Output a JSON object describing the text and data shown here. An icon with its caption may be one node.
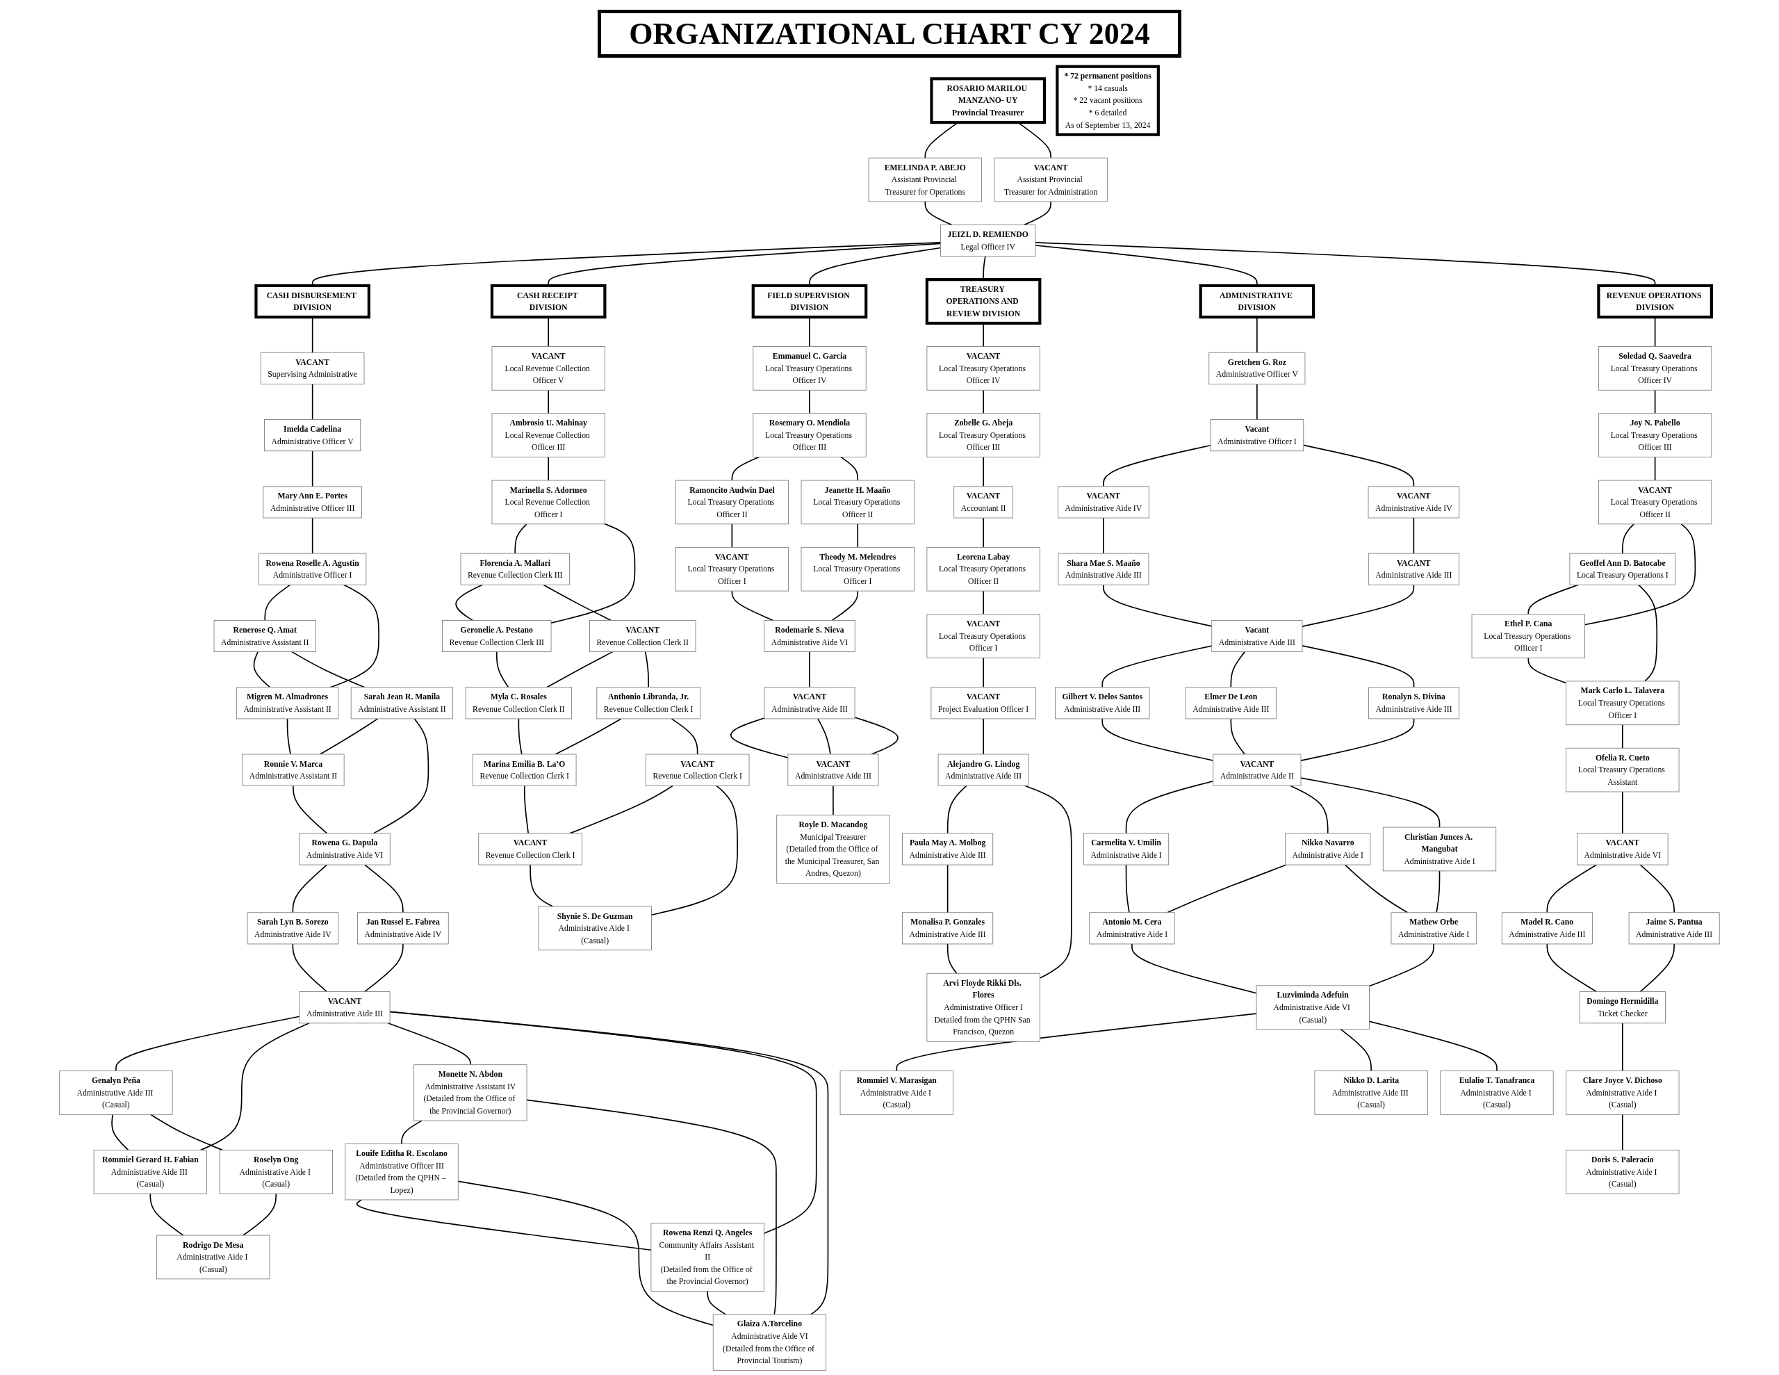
{
  "diagram": {
    "title": "ORGANIZATIONAL CHART CY 2024",
    "nodes": [
      {
        "text": [
          "ROSARIO MARILOU MANZANO- UY",
          "Provincial Treasurer"
        ]
      },
      {
        "text": [
          "EMELINDA P. ABEJO",
          "Assistant Provincial Treasurer for Operations"
        ]
      },
      {
        "text": [
          "VACANT",
          "Assistant Provincial Treasurer for Administration"
        ]
      },
      {
        "text": [
          "JEIZL D. REMIENDO",
          "Legal Officer IV"
        ]
      },
      {
        "text": [
          "CASH DISBURSEMENT DIVISION"
        ]
      },
      {
        "text": [
          "CASH RECEIPT DIVISION"
        ]
      },
      {
        "text": [
          "FIELD SUPERVISION DIVISION"
        ]
      },
      {
        "text": [
          "TREASURY OPERATIONS AND REVIEW DIVISION"
        ]
      },
      {
        "text": [
          "ADMINISTRATIVE DIVISION"
        ]
      },
      {
        "text": [
          "REVENUE OPERATIONS DIVISION"
        ]
      },
      {
        "text": [
          "VACANT",
          "Supervising Administrative"
        ]
      },
      {
        "text": [
          "Imelda Cadelina",
          "Administrative Officer V"
        ]
      },
      {
        "text": [
          "Mary Ann E. Portes",
          "Administrative Officer III"
        ]
      },
      {
        "text": [
          "Rowena Roselle A. Agustin",
          "Administrative Officer I"
        ]
      },
      {
        "text": [
          "Renerose Q. Amat",
          "Administrative Assistant II"
        ]
      },
      {
        "text": [
          "Migren M. Almadrones",
          "Administrative Assistant II"
        ]
      },
      {
        "text": [
          "Sarah Jean R. Manila",
          "Administrative Assistant II"
        ]
      },
      {
        "text": [
          "Ronnie V. Marca",
          "Administrative Assistant II"
        ]
      },
      {
        "text": [
          "Rowena G. Dapula",
          "Administrative Aide VI"
        ]
      },
      {
        "text": [
          "Sarah Lyn B. Sorezo",
          "Administrative Aide IV"
        ]
      },
      {
        "text": [
          "Jan Russel E. Fabrea",
          "Administrative Aide IV"
        ]
      },
      {
        "text": [
          "VACANT",
          "Administrative Aide III"
        ]
      },
      {
        "text": [
          "Genalyn Peña",
          "Administrative Aide III (Casual)"
        ]
      },
      {
        "text": [
          "Rommiel Gerard H. Fabian",
          "Administrative Aide III (Casual)"
        ]
      },
      {
        "text": [
          "Roselyn Ong",
          "Administrative Aide I (Casual)"
        ]
      },
      {
        "text": [
          "Rodrigo De Mesa",
          "Administrative Aide I (Casual)"
        ]
      },
      {
        "text": [
          "Monette N. Abdon",
          "Administrative Assistant IV",
          "(Detailed from the Office of the Provincial Governor)"
        ]
      },
      {
        "text": [
          "Louife Editha R. Escolano",
          "Administrative Officer III",
          "(Detailed from the QPHN – Lopez)"
        ]
      },
      {
        "text": [
          "Rowena Renzi Q. Angeles",
          "Community Affairs Assistant II",
          "(Detailed from the Office of the Provincial Governor)"
        ]
      },
      {
        "text": [
          "Glaiza A.Torcelino",
          "Administrative Aide VI",
          "(Detailed from the Office of Provincial Tourism)"
        ]
      },
      {
        "text": [
          "VACANT",
          "Local Revenue Collection Officer V"
        ]
      },
      {
        "text": [
          "Ambrosio U. Mahinay",
          "Local Revenue Collection Officer III"
        ]
      },
      {
        "text": [
          "Marinella S. Adormeo",
          "Local Revenue Collection Officer I"
        ]
      },
      {
        "text": [
          "Florencia A. Mallari",
          "Revenue Collection Clerk III"
        ]
      },
      {
        "text": [
          "Geronelie A. Pestano",
          "Revenue Collection Clerk III"
        ]
      },
      {
        "text": [
          "VACANT",
          "Revenue Collection Clerk II"
        ]
      },
      {
        "text": [
          "Myla C. Rosales",
          "Revenue Collection Clerk II"
        ]
      },
      {
        "text": [
          "Anthonio Libranda, Jr.",
          "Revenue Collection Clerk I"
        ]
      },
      {
        "text": [
          "Marina Emilia B. La’O",
          "Revenue Collection Clerk I"
        ]
      },
      {
        "text": [
          "VACANT",
          "Revenue Collection Clerk I"
        ]
      },
      {
        "text": [
          "VACANT",
          "Revenue Collection Clerk I"
        ]
      },
      {
        "text": [
          "Shynie S. De Guzman",
          "Administrative Aide I (Casual)"
        ]
      },
      {
        "text": [
          "Emmanuel C. Garcia",
          "Local Treasury Operations Officer IV"
        ]
      },
      {
        "text": [
          "Rosemary O. Mendiola",
          "Local Treasury Operations Officer III"
        ]
      },
      {
        "text": [
          "Ramoncito Audwin Dael",
          "Local Treasury Operations Officer II"
        ]
      },
      {
        "text": [
          "Jeanette H. Maaño",
          "Local Treasury Operations Officer II"
        ]
      },
      {
        "text": [
          "VACANT",
          "Local Treasury Operations Officer I"
        ]
      },
      {
        "text": [
          "Theody M. Melendres",
          "Local Treasury Operations Officer I"
        ]
      },
      {
        "text": [
          "Rodemarie S. Nieva",
          "Administrative Aide VI"
        ]
      },
      {
        "text": [
          "VACANT",
          "Administrative Aide III"
        ]
      },
      {
        "text": [
          "VACANT",
          "Administrative Aide III"
        ]
      },
      {
        "text": [
          "Royle D. Macandog",
          "Municipal Treasurer",
          "(Detailed from the Office of the Municipal Treasurer, San Andres, Quezon)"
        ]
      },
      {
        "text": [
          "VACANT",
          "Local Treasury Operations Officer IV"
        ]
      },
      {
        "text": [
          "Zobelle G. Abeja",
          "Local Treasury Operations Officer III"
        ]
      },
      {
        "text": [
          "VACANT",
          "Accountant II"
        ]
      },
      {
        "text": [
          "Leorena Labay",
          "Local Treasury Operations Officer II"
        ]
      },
      {
        "text": [
          "VACANT",
          "Local Treasury Operations Officer I"
        ]
      },
      {
        "text": [
          "VACANT",
          "Project Evaluation Officer I"
        ]
      },
      {
        "text": [
          "Alejandro G. Lindog",
          "Administrative Aide III"
        ]
      },
      {
        "text": [
          "Paula May A. Molbog",
          "Administrative Aide III"
        ]
      },
      {
        "text": [
          "Monalisa P. Gonzales",
          "Administrative Aide III"
        ]
      },
      {
        "text": [
          "Arvi Floyde Rikki Dls. Flores",
          "Administrative Officer I",
          "Detailed from the QPHN San Francisco, Quezon"
        ]
      },
      {
        "text": [
          "Gretchen G. Roz",
          "Administrative Officer V"
        ]
      },
      {
        "text": [
          "Vacant",
          "Administrative Officer I"
        ]
      },
      {
        "text": [
          "VACANT",
          "Administrative Aide IV"
        ]
      },
      {
        "text": [
          "VACANT",
          "Administrative Aide IV"
        ]
      },
      {
        "text": [
          "Shara Mae S. Maaño",
          "Administrative Aide III"
        ]
      },
      {
        "text": [
          "VACANT",
          "Administrative Aide III"
        ]
      },
      {
        "text": [
          "Vacant",
          "Administrative Aide III"
        ]
      },
      {
        "text": [
          "Gilbert V. Delos Santos",
          "Administrative Aide III"
        ]
      },
      {
        "text": [
          "Elmer De Leon",
          "Administrative Aide III"
        ]
      },
      {
        "text": [
          "Ronalyn S. Divina",
          "Administrative Aide III"
        ]
      },
      {
        "text": [
          "VACANT",
          "Administrative Aide II"
        ]
      },
      {
        "text": [
          "Carmelita V. Umilin",
          "Administrative Aide I"
        ]
      },
      {
        "text": [
          "Nikko Navarro",
          "Administrative Aide I"
        ]
      },
      {
        "text": [
          "Christian Junces A. Mangubat",
          "Administrative Aide I"
        ]
      },
      {
        "text": [
          "Antonio M. Cera",
          "Administrative Aide I"
        ]
      },
      {
        "text": [
          "Mathew Orbe",
          "Administrative Aide I"
        ]
      },
      {
        "text": [
          "Luzviminda Adefuin",
          "Administrative Aide VI (Casual)"
        ]
      },
      {
        "text": [
          "Rommiel V. Marasigan",
          "Administrative Aide I (Casual)"
        ]
      },
      {
        "text": [
          "Nikko D. Larita",
          "Administrative Aide III (Casual)"
        ]
      },
      {
        "text": [
          "Eulalio T. Tanafranca",
          "Administrative Aide I (Casual)"
        ]
      },
      {
        "text": [
          "Soledad Q. Saavedra",
          "Local Treasury Operations Officer IV"
        ]
      },
      {
        "text": [
          "Joy N. Pabello",
          "Local Treasury Operations Officer III"
        ]
      },
      {
        "text": [
          "VACANT",
          "Local Treasury Operations Officer II"
        ]
      },
      {
        "text": [
          "Geoffel Ann D. Batocabe",
          "Local Treasury Operations I"
        ]
      },
      {
        "text": [
          "Ethel P. Cana",
          "Local Treasury Operations Officer I"
        ]
      },
      {
        "text": [
          "Mark Carlo L. Talavera",
          "Local Treasury Operations Officer I"
        ]
      },
      {
        "text": [
          "Ofelia R. Cueto",
          "Local Treasury Operations Assistant"
        ]
      },
      {
        "text": [
          "VACANT",
          "Administrative Aide VI"
        ]
      },
      {
        "text": [
          "Madel R. Cano",
          "Administrative Aide III"
        ]
      },
      {
        "text": [
          "Jaime S. Pantua",
          "Administrative Aide III"
        ]
      },
      {
        "text": [
          "Domingo Hermidilla",
          "Ticket Checker"
        ]
      },
      {
        "text": [
          "Clare Joyce V. Dichoso",
          "Administrative Aide I (Casual)"
        ]
      },
      {
        "text": [
          "Doris S. Paleracio",
          "Administrative Aide I (Casual)"
        ]
      },
      {
        "text": [
          "* 72 permanent positions",
          "* 14 casuals",
          "* 22 vacant positions",
          "* 6 detailed",
          "As of September 13, 2024"
        ]
      }
    ],
    "edges": [
      {
        "from": 0,
        "to": 1,
        "arrow": "none"
      },
      {
        "from": 0,
        "to": 2,
        "arrow": "none"
      },
      {
        "from": 1,
        "to": 3,
        "arrow": "none"
      },
      {
        "from": 2,
        "to": 3,
        "arrow": "none"
      },
      {
        "from": 3,
        "to": 4,
        "arrow": "none"
      },
      {
        "from": 3,
        "to": 5,
        "arrow": "none"
      },
      {
        "from": 3,
        "to": 6,
        "arrow": "none"
      },
      {
        "from": 3,
        "to": 7,
        "arrow": "none"
      },
      {
        "from": 3,
        "to": 8,
        "arrow": "none"
      },
      {
        "from": 3,
        "to": 9,
        "arrow": "none"
      },
      {
        "from": 4,
        "to": 10,
        "arrow": "none"
      },
      {
        "from": 10,
        "to": 11,
        "arrow": "none"
      },
      {
        "from": 11,
        "to": 12,
        "arrow": "none"
      },
      {
        "from": 12,
        "to": 13,
        "arrow": "none"
      },
      {
        "from": 13,
        "to": 14,
        "arrow": "none"
      },
      {
        "from": 13,
        "to": 15,
        "arrow": "none"
      },
      {
        "from": 14,
        "to": 15,
        "arrow": "none"
      },
      {
        "from": 14,
        "to": 16,
        "arrow": "none"
      },
      {
        "from": 15,
        "to": 17,
        "arrow": "none"
      },
      {
        "from": 16,
        "to": 17,
        "arrow": "none"
      },
      {
        "from": 16,
        "to": 18,
        "arrow": "none"
      },
      {
        "from": 17,
        "to": 18,
        "arrow": "none"
      },
      {
        "from": 18,
        "to": 19,
        "arrow": "none"
      },
      {
        "from": 18,
        "to": 20,
        "arrow": "none"
      },
      {
        "from": 19,
        "to": 21,
        "arrow": "none"
      },
      {
        "from": 20,
        "to": 21,
        "arrow": "none"
      },
      {
        "from": 21,
        "to": 22,
        "arrow": "none"
      },
      {
        "from": 21,
        "to": 23,
        "arrow": "none"
      },
      {
        "from": 22,
        "to": 23,
        "arrow": "none"
      },
      {
        "from": 22,
        "to": 24,
        "arrow": "none"
      },
      {
        "from": 23,
        "to": 25,
        "arrow": "none"
      },
      {
        "from": 24,
        "to": 25,
        "arrow": "none"
      },
      {
        "from": 21,
        "to": 26,
        "arrow": "none"
      },
      {
        "from": 21,
        "to": 28,
        "arrow": "none"
      },
      {
        "from": 21,
        "to": 29,
        "arrow": "none"
      },
      {
        "from": 26,
        "to": 27,
        "arrow": "none"
      },
      {
        "from": 27,
        "to": 28,
        "arrow": "none"
      },
      {
        "from": 26,
        "to": 29,
        "arrow": "none"
      },
      {
        "from": 27,
        "to": 29,
        "arrow": "none"
      },
      {
        "from": 28,
        "to": 29,
        "arrow": "none"
      },
      {
        "from": 5,
        "to": 30,
        "arrow": "none"
      },
      {
        "from": 30,
        "to": 31,
        "arrow": "none"
      },
      {
        "from": 31,
        "to": 32,
        "arrow": "none"
      },
      {
        "from": 32,
        "to": 33,
        "arrow": "none"
      },
      {
        "from": 32,
        "to": 34,
        "arrow": "none"
      },
      {
        "from": 33,
        "to": 34,
        "arrow": "none"
      },
      {
        "from": 33,
        "to": 35,
        "arrow": "none"
      },
      {
        "from": 34,
        "to": 36,
        "arrow": "none"
      },
      {
        "from": 35,
        "to": 36,
        "arrow": "none"
      },
      {
        "from": 35,
        "to": 37,
        "arrow": "none"
      },
      {
        "from": 36,
        "to": 38,
        "arrow": "none"
      },
      {
        "from": 37,
        "to": 38,
        "arrow": "none"
      },
      {
        "from": 37,
        "to": 39,
        "arrow": "none"
      },
      {
        "from": 38,
        "to": 40,
        "arrow": "none"
      },
      {
        "from": 39,
        "to": 40,
        "arrow": "none"
      },
      {
        "from": 39,
        "to": 41,
        "arrow": "none"
      },
      {
        "from": 40,
        "to": 41,
        "arrow": "none"
      },
      {
        "from": 6,
        "to": 42,
        "arrow": "none"
      },
      {
        "from": 42,
        "to": 43,
        "arrow": "none"
      },
      {
        "from": 43,
        "to": 44,
        "arrow": "none"
      },
      {
        "from": 43,
        "to": 45,
        "arrow": "none"
      },
      {
        "from": 44,
        "to": 46,
        "arrow": "none"
      },
      {
        "from": 45,
        "to": 47,
        "arrow": "none"
      },
      {
        "from": 46,
        "to": 48,
        "arrow": "none"
      },
      {
        "from": 47,
        "to": 48,
        "arrow": "none"
      },
      {
        "from": 48,
        "to": 49,
        "arrow": "none"
      },
      {
        "from": 49,
        "to": 50,
        "arrow": "none"
      },
      {
        "from": 49,
        "to": 50,
        "arrow": "none"
      },
      {
        "from": 49,
        "to": 50,
        "arrow": "none"
      },
      {
        "from": 50,
        "to": 51,
        "arrow": "none"
      },
      {
        "from": 7,
        "to": 52,
        "arrow": "none"
      },
      {
        "from": 52,
        "to": 53,
        "arrow": "none"
      },
      {
        "from": 53,
        "to": 54,
        "arrow": "none"
      },
      {
        "from": 54,
        "to": 55,
        "arrow": "none"
      },
      {
        "from": 55,
        "to": 56,
        "arrow": "none"
      },
      {
        "from": 56,
        "to": 57,
        "arrow": "none"
      },
      {
        "from": 57,
        "to": 58,
        "arrow": "none"
      },
      {
        "from": 58,
        "to": 59,
        "arrow": "none"
      },
      {
        "from": 59,
        "to": 60,
        "arrow": "none"
      },
      {
        "from": 60,
        "to": 61,
        "arrow": "none"
      },
      {
        "from": 58,
        "to": 61,
        "arrow": "none"
      },
      {
        "from": 8,
        "to": 62,
        "arrow": "none"
      },
      {
        "from": 62,
        "to": 63,
        "arrow": "none"
      },
      {
        "from": 63,
        "to": 64,
        "arrow": "none"
      },
      {
        "from": 63,
        "to": 65,
        "arrow": "none"
      },
      {
        "from": 64,
        "to": 66,
        "arrow": "none"
      },
      {
        "from": 65,
        "to": 67,
        "arrow": "none"
      },
      {
        "from": 66,
        "to": 68,
        "arrow": "none"
      },
      {
        "from": 67,
        "to": 68,
        "arrow": "none"
      },
      {
        "from": 68,
        "to": 69,
        "arrow": "none"
      },
      {
        "from": 68,
        "to": 70,
        "arrow": "none"
      },
      {
        "from": 68,
        "to": 71,
        "arrow": "none"
      },
      {
        "from": 69,
        "to": 72,
        "arrow": "none"
      },
      {
        "from": 70,
        "to": 72,
        "arrow": "none"
      },
      {
        "from": 71,
        "to": 72,
        "arrow": "none"
      },
      {
        "from": 72,
        "to": 73,
        "arrow": "none"
      },
      {
        "from": 72,
        "to": 74,
        "arrow": "none"
      },
      {
        "from": 72,
        "to": 75,
        "arrow": "none"
      },
      {
        "from": 73,
        "to": 76,
        "arrow": "none"
      },
      {
        "from": 74,
        "to": 76,
        "arrow": "none"
      },
      {
        "from": 74,
        "to": 77,
        "arrow": "none"
      },
      {
        "from": 75,
        "to": 77,
        "arrow": "none"
      },
      {
        "from": 76,
        "to": 78,
        "arrow": "none"
      },
      {
        "from": 77,
        "to": 78,
        "arrow": "none"
      },
      {
        "from": 78,
        "to": 79,
        "arrow": "none"
      },
      {
        "from": 78,
        "to": 80,
        "arrow": "none"
      },
      {
        "from": 78,
        "to": 81,
        "arrow": "none"
      },
      {
        "from": 9,
        "to": 82,
        "arrow": "none"
      },
      {
        "from": 82,
        "to": 83,
        "arrow": "none"
      },
      {
        "from": 83,
        "to": 84,
        "arrow": "none"
      },
      {
        "from": 84,
        "to": 85,
        "arrow": "none"
      },
      {
        "from": 84,
        "to": 86,
        "arrow": "none"
      },
      {
        "from": 85,
        "to": 86,
        "arrow": "none"
      },
      {
        "from": 85,
        "to": 87,
        "arrow": "none"
      },
      {
        "from": 86,
        "to": 87,
        "arrow": "none"
      },
      {
        "from": 87,
        "to": 88,
        "arrow": "none"
      },
      {
        "from": 88,
        "to": 89,
        "arrow": "none"
      },
      {
        "from": 89,
        "to": 90,
        "arrow": "none"
      },
      {
        "from": 89,
        "to": 91,
        "arrow": "none"
      },
      {
        "from": 90,
        "to": 92,
        "arrow": "none"
      },
      {
        "from": 91,
        "to": 92,
        "arrow": "none"
      },
      {
        "from": 92,
        "to": 93,
        "arrow": "none"
      },
      {
        "from": 93,
        "to": 94,
        "arrow": "none"
      }
    ]
  }
}
